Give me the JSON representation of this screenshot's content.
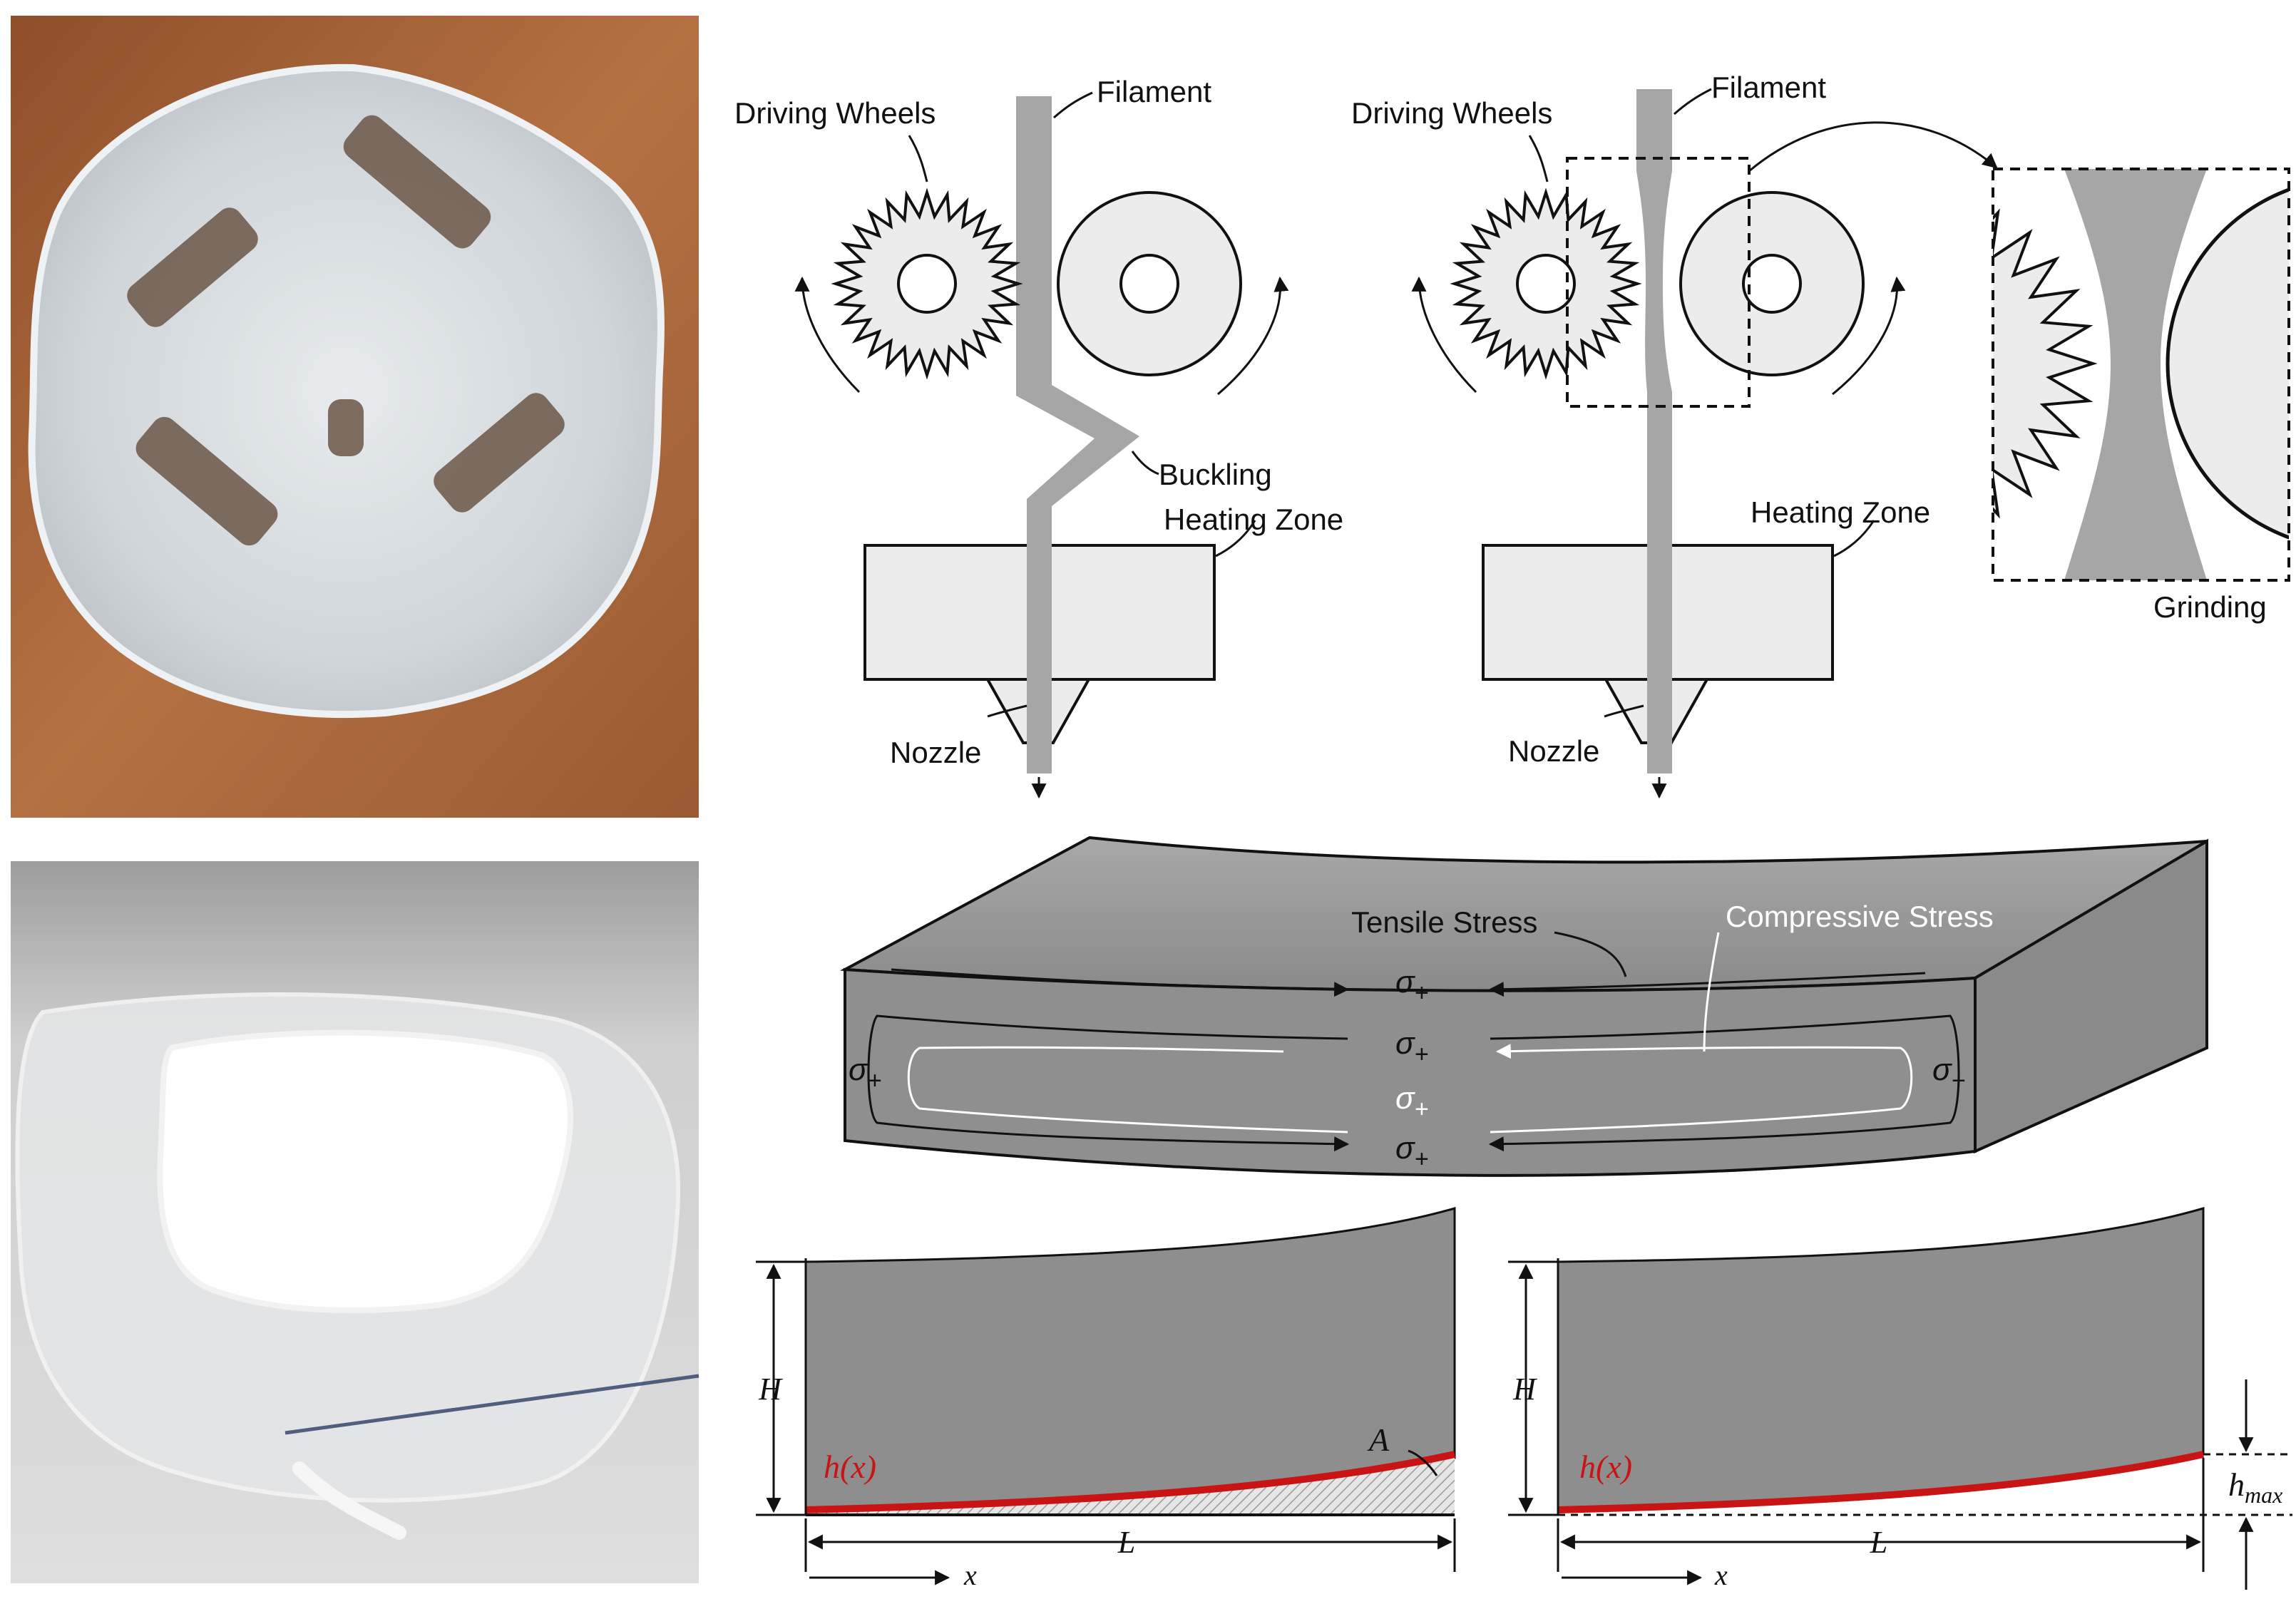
{
  "colors": {
    "filament": "#a6a6a6",
    "wheel_fill": "#ececec",
    "block_fill": "#ececec",
    "stress_body": "#8f8f8f",
    "stress_top": "#bdbdbd",
    "warp_body": "#8e8e8e",
    "red_curve": "#c81414",
    "photo_bg_top": "#a3643a",
    "photo_bg_bottom": "#d8d8d8"
  },
  "panel_feed_buckling": {
    "driving_wheels": "Driving Wheels",
    "filament": "Filament",
    "buckling": "Buckling",
    "heating_zone": "Heating Zone",
    "nozzle": "Nozzle"
  },
  "panel_feed_grinding": {
    "driving_wheels": "Driving Wheels",
    "filament": "Filament",
    "heating_zone": "Heating Zone",
    "nozzle": "Nozzle",
    "grinding": "Grinding"
  },
  "stress_panel": {
    "tensile": "Tensile Stress",
    "compressive": "Compressive Stress",
    "sigma_symbol": "σ",
    "sigma_subscript": "+"
  },
  "warp_left": {
    "H": "H",
    "h_of_x": "h(x)",
    "A": "A",
    "L": "L",
    "x": "x"
  },
  "warp_right": {
    "H": "H",
    "h_of_x": "h(x)",
    "L": "L",
    "x": "x",
    "h_max_base": "h",
    "h_max_sub": "max"
  }
}
